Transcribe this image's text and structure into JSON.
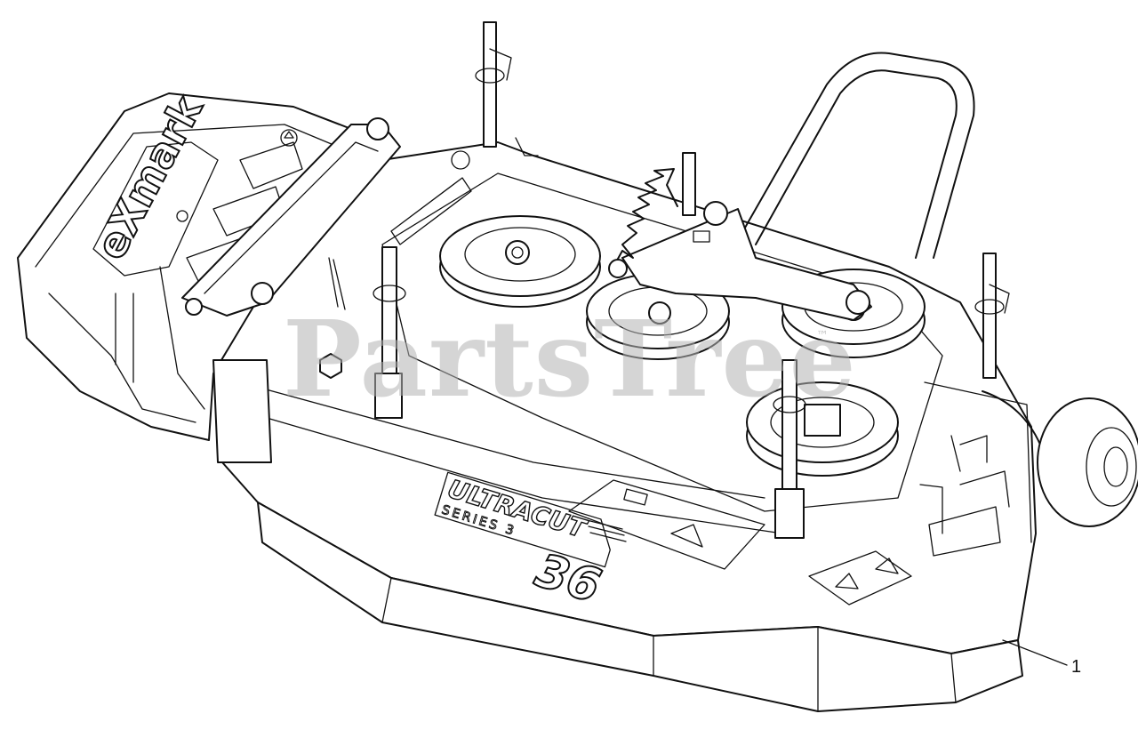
{
  "watermark": {
    "text": "PartsTree",
    "trademark": "™"
  },
  "callouts": [
    {
      "number": "1",
      "part": "mower deck"
    }
  ],
  "deck_branding": {
    "logo_text": "eXmark",
    "model_name": "ULTRACUT",
    "series": "SERIES 3",
    "deck_size": "36"
  },
  "icons": [
    "pulley-icon",
    "idler-spring-icon",
    "anti-scalp-wheel-icon",
    "height-pin-icon",
    "warning-decal-icon"
  ]
}
